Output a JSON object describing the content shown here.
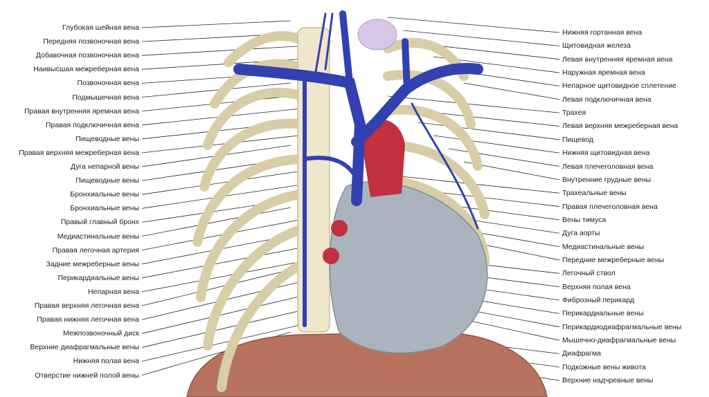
{
  "left_labels": [
    "Глубокая шейная вена",
    "Передняя позвоночная вена",
    "Добавочная позвоночная вена",
    "Наивысшая межреберная вена",
    "Позвоночная вена",
    "Подмышечная вена",
    "Правая внутренняя яремная вена",
    "Правая подключичная вена",
    "Пищеводные вены",
    "Правая верхняя межреберная вена",
    "Дуга непарной вены",
    "Пищеводные вены",
    "Бронхиальные вены",
    "Бронхиальные вены",
    "Правый главный бронх",
    "Медиастинальные вены",
    "Правая легочная артерия",
    "Задние межреберные вены",
    "Перикардиальные вены",
    "Непарная вена",
    "Правая верхняя легочная вена",
    "Правая нижняя легочная вена",
    "Межпозвоночный диск",
    "Верхние диафрагмальные вены",
    "Нижняя полая вена",
    "Отверстие нижней полой вены"
  ],
  "right_labels": [
    "Нижняя гортанная вена",
    "Щитовидная железа",
    "Левая внутренняя яремная вена",
    "Наружная яремная вена",
    "Непарное щитовидное сплетение",
    "Левая подключичная вена",
    "Трахея",
    "Левая верхняя межреберная вена",
    "Пищевод",
    "Нижняя щитовидная вена",
    "Левая плечеголовная вена",
    "Внутренние грудные вены",
    "Трахеальные вены",
    "Правая плечеголовная вена",
    "Вены тимуса",
    "Дуга аорты",
    "Медиастинальные вены",
    "Передние межреберные вены",
    "Легочный ствол",
    "Верхняя полая вена",
    "Фиброзный перикард",
    "Перикардиальные вены",
    "Перикардиодиафрагмальные вены",
    "Мышечно-диафрагмальные вены",
    "Диафрагма",
    "Подкожные вены живота",
    "Верхние надчревные вены"
  ],
  "colors": {
    "vein": "#3340b0",
    "bone": "#efe6cc",
    "pericardium": "#a9b4bf",
    "diaphragm": "#b8735e",
    "artery": "#c23040",
    "thyroid": "#d8c6e6"
  }
}
